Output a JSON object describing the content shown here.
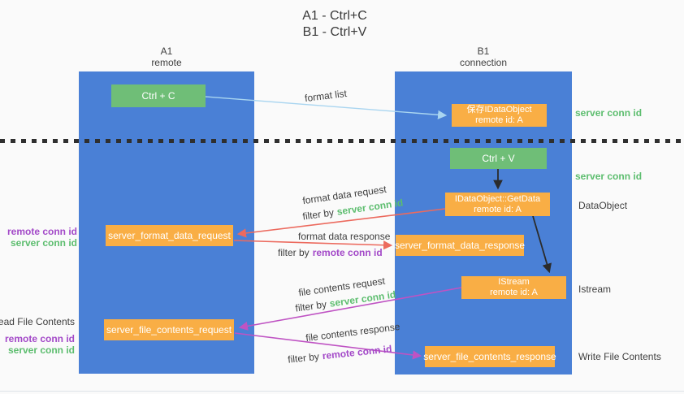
{
  "title": {
    "line1": "A1 - Ctrl+C",
    "line2": "B1 - Ctrl+V"
  },
  "lanes": {
    "a1": {
      "title": "A1",
      "subtitle": "remote"
    },
    "b1": {
      "title": "B1",
      "subtitle": "connection"
    }
  },
  "boxes": {
    "ctrl_c": {
      "label": "Ctrl + C"
    },
    "ctrl_v": {
      "label": "Ctrl + V"
    },
    "save_dataobject": {
      "line1": "保存IDataObject",
      "line2": "remote id: A"
    },
    "getdata": {
      "line1": "IDataObject::GetData",
      "line2": "remote id: A"
    },
    "istream": {
      "line1": "IStream",
      "line2": "remote id: A"
    },
    "format_request": {
      "label": "server_format_data_request"
    },
    "format_response": {
      "label": "server_format_data_response"
    },
    "file_request": {
      "label": "server_file_contents_request"
    },
    "file_response": {
      "label": "server_file_contents_response"
    }
  },
  "left_labels": {
    "format_remote_conn": "remote conn id",
    "format_server_conn": "server conn id",
    "read_file": "Read File Contents",
    "file_remote_conn": "remote conn id",
    "file_server_conn": "server conn id"
  },
  "right_labels": {
    "server_conn_top": "server conn id",
    "server_conn_mid": "server conn id",
    "dataobject": "DataObject",
    "istream": "Istream",
    "write_file": "Write File Contents"
  },
  "arrow_labels": {
    "format_list": "format list",
    "format_data_request": "format data request",
    "filter_by_1": "filter by",
    "filter_server_1": "server conn id",
    "format_data_response": "format data response",
    "filter_by_2": "filter by",
    "filter_remote_1": "remote conn id",
    "file_contents_request": "file contents request",
    "filter_by_3": "filter by",
    "filter_server_2": "server conn id",
    "file_contents_response": "file contents response",
    "filter_by_4": "filter by",
    "filter_remote_2": "remote conn id"
  },
  "colors": {
    "lane_blue": "#4a80d6",
    "box_orange": "#f9ae45",
    "box_green": "#6fbe77",
    "text_green": "#5cbd6e",
    "text_purple": "#a349c8",
    "arrow_red": "#ec6a5e",
    "arrow_magenta": "#bf53c3",
    "arrow_light_blue": "#a9d5f0",
    "arrow_black": "#2b2b2b",
    "background": "#fafafa"
  }
}
